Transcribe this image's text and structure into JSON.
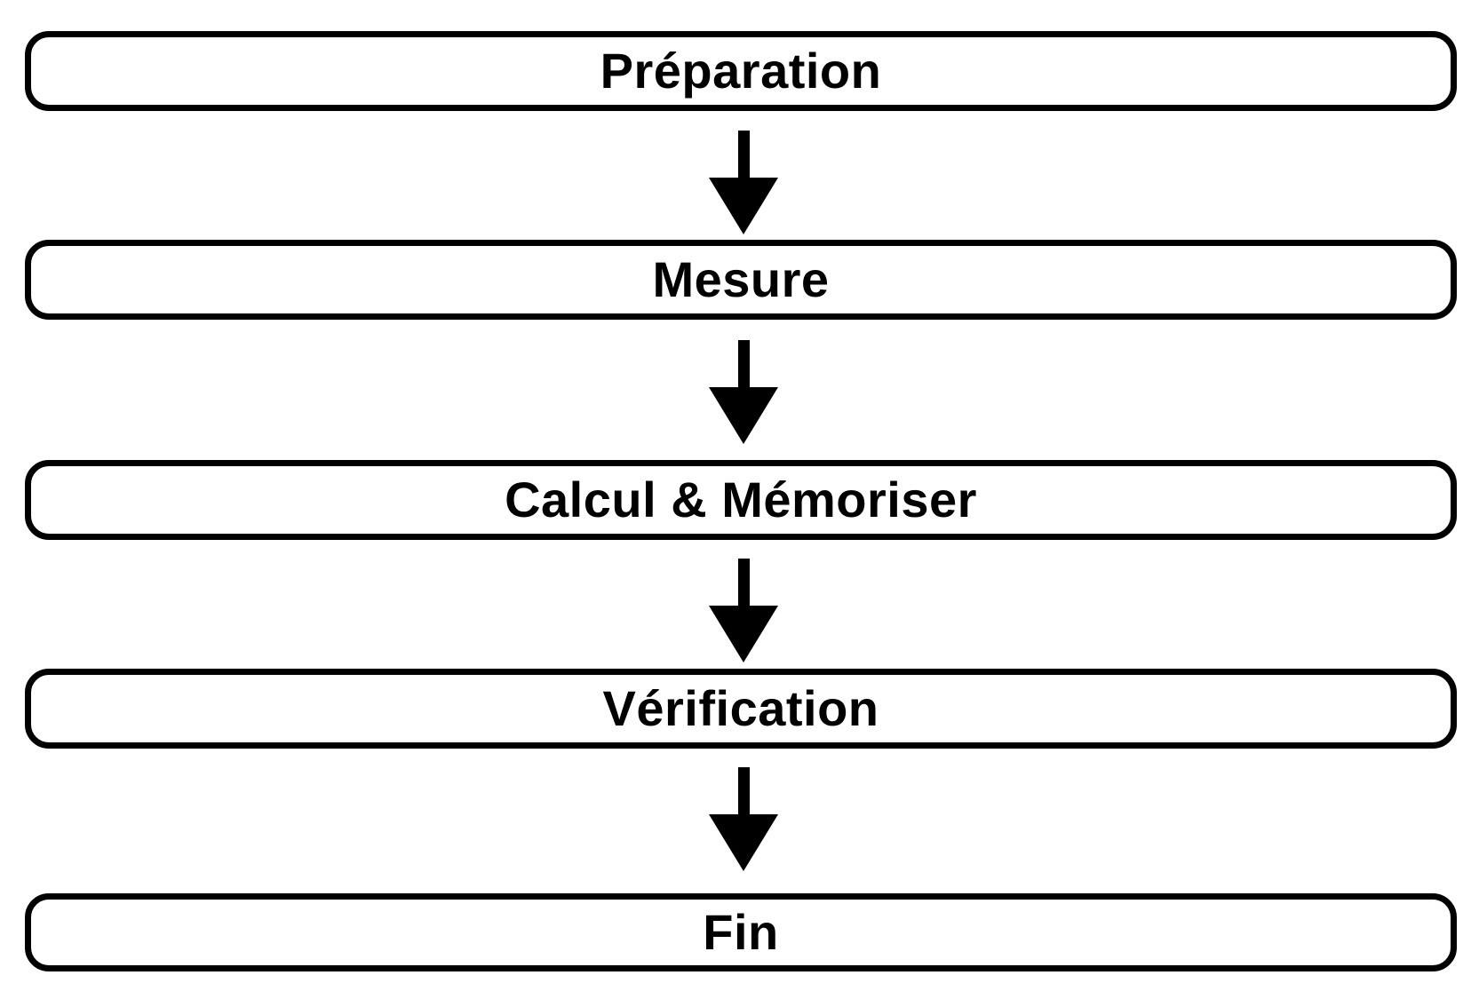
{
  "diagram": {
    "type": "flowchart",
    "direction": "top-down",
    "background_color": "#ffffff",
    "stroke_color": "#000000",
    "text_color": "#000000",
    "nodes": [
      {
        "label": "Préparation"
      },
      {
        "label": "Mesure"
      },
      {
        "label": "Calcul & Mémoriser"
      },
      {
        "label": "Vérification"
      },
      {
        "label": "Fin"
      }
    ],
    "connections": [
      {
        "from": "Préparation",
        "to": "Mesure"
      },
      {
        "from": "Mesure",
        "to": "Calcul & Mémoriser"
      },
      {
        "from": "Calcul & Mémoriser",
        "to": "Vérification"
      },
      {
        "from": "Vérification",
        "to": "Fin"
      }
    ]
  }
}
